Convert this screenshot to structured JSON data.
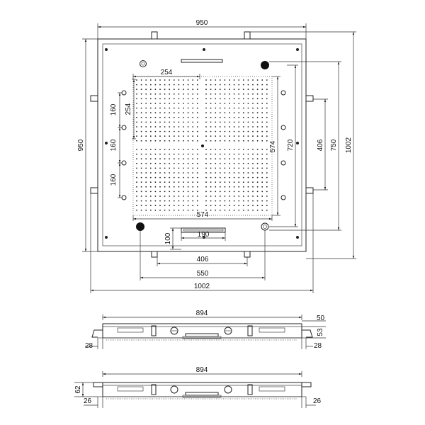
{
  "plan_view": {
    "dims": {
      "top_width": "950",
      "left_height": "950",
      "bottom_width": "1002",
      "right_height": "1002",
      "inner_height": "750",
      "outlet_height": "720",
      "panel_width": "574",
      "panel_height": "574",
      "nozzle_width": "254",
      "nozzle_height": "254",
      "nozzle_pitch_1": "160",
      "nozzle_pitch_2": "160",
      "nozzle_pitch_3": "160",
      "center_height": "406",
      "bottom_406": "406",
      "bottom_550": "550",
      "slot_width": "190",
      "slot_offset": "100"
    }
  },
  "side_view_1": {
    "width": "894",
    "depth": "50",
    "height": "53",
    "left_offset": "28",
    "right_offset": "28"
  },
  "side_view_2": {
    "width": "894",
    "height": "62",
    "left_offset": "26",
    "right_offset": "26"
  }
}
